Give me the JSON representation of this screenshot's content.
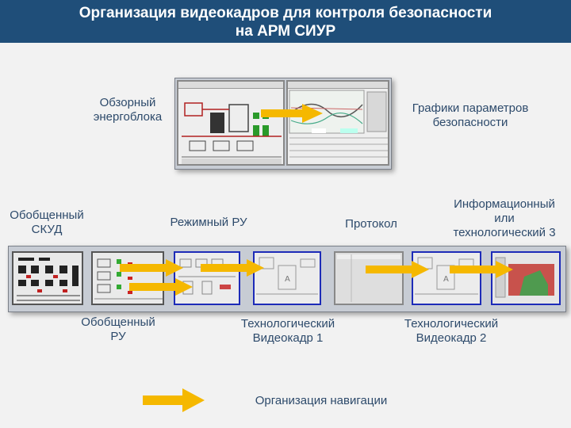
{
  "title": {
    "line1": "Организация видеокадров для контроля безопасности",
    "line2": "на АРМ СИУР"
  },
  "labels": {
    "overview": [
      "Обзорный",
      "энергоблока"
    ],
    "graphs": [
      "Графики параметров",
      "безопасности"
    ],
    "skud": [
      "Обобщенный",
      "СКУД"
    ],
    "mode_ru": [
      "Режимный РУ"
    ],
    "protocol": [
      "Протокол"
    ],
    "info": [
      "Информационный",
      "или",
      "технологический 3"
    ],
    "general_ru": [
      "Обобщенный",
      "РУ"
    ],
    "tech1": [
      "Технологический",
      "Видеокадр 1"
    ],
    "tech2": [
      "Технологический",
      "Видеокадр 2"
    ]
  },
  "legend": {
    "text": "Организация навигации",
    "arrow_color": "#f5b800"
  },
  "colors": {
    "header_bg": "#1f4e79",
    "label_text": "#2d4a6b",
    "window_border": "#1d2bb8",
    "arrow": "#f5b800",
    "info_red": "#c8524c",
    "info_green": "#4f9a4f"
  }
}
